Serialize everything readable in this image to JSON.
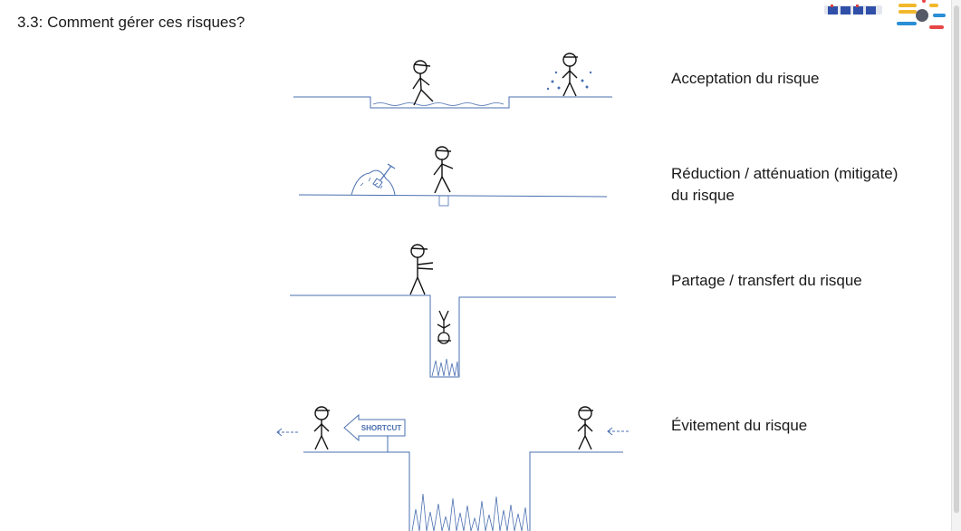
{
  "slide": {
    "title": "3.3: Comment gérer ces risques?"
  },
  "strategies": [
    {
      "lines": [
        "Acceptation du risque",
        ""
      ]
    },
    {
      "lines": [
        "Réduction / atténuation (mitigate)",
        "du risque"
      ]
    },
    {
      "lines": [
        "Partage / transfert du risque",
        ""
      ]
    },
    {
      "lines": [
        "Évitement du risque",
        ""
      ]
    }
  ],
  "sign": {
    "text": "SHORTCUT"
  },
  "colors": {
    "ground": "#4a6fb0",
    "figure": "#111111",
    "accent": "#4a6fb0"
  },
  "logos": [
    "team-logo-icon",
    "connector-logo-icon"
  ]
}
